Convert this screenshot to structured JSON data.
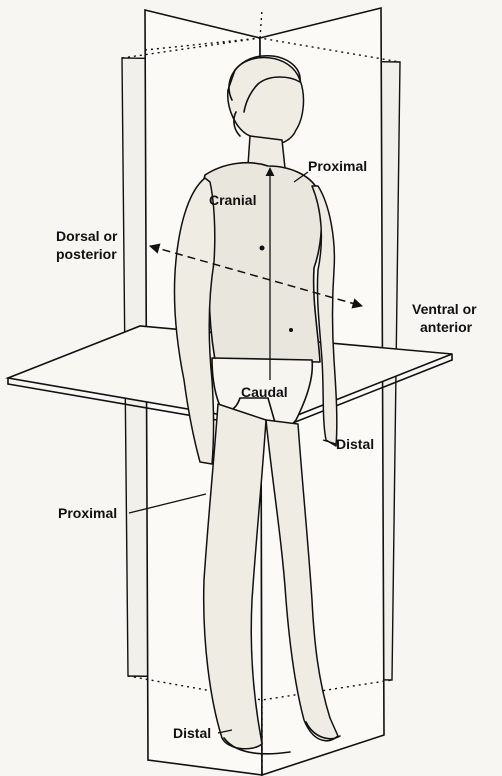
{
  "labels": {
    "proximal_top": "Proximal",
    "cranial": "Cranial",
    "dorsal_line1": "Dorsal or",
    "dorsal_line2": "posterior",
    "ventral_line1": "Ventral or",
    "ventral_line2": "anterior",
    "caudal": "Caudal",
    "distal_right": "Distal",
    "proximal_left": "Proximal",
    "distal_bottom": "Distal"
  }
}
